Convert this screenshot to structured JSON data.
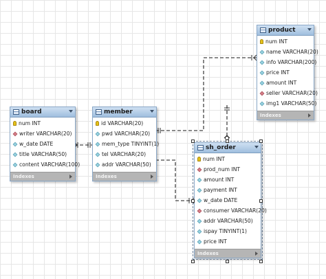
{
  "entities": {
    "board": {
      "title": "board",
      "columns": [
        {
          "text": "num INT",
          "kind": "pk"
        },
        {
          "text": "writer VARCHAR(20)",
          "kind": "fk"
        },
        {
          "text": "w_date DATE",
          "kind": "col"
        },
        {
          "text": "title VARCHAR(50)",
          "kind": "col"
        },
        {
          "text": "content VARCHAR(100)",
          "kind": "col"
        }
      ],
      "footer": "Indexes"
    },
    "member": {
      "title": "member",
      "columns": [
        {
          "text": "id VARCHAR(20)",
          "kind": "pk"
        },
        {
          "text": "pwd VARCHAR(20)",
          "kind": "col"
        },
        {
          "text": "mem_type TINYINT(1)",
          "kind": "col"
        },
        {
          "text": "tel VARCHAR(20)",
          "kind": "col"
        },
        {
          "text": "addr VARCHAR(50)",
          "kind": "col"
        }
      ],
      "footer": "Indexes"
    },
    "product": {
      "title": "product",
      "columns": [
        {
          "text": "num INT",
          "kind": "pk"
        },
        {
          "text": "name VARCHAR(20)",
          "kind": "col"
        },
        {
          "text": "info VARCHAR(200)",
          "kind": "col"
        },
        {
          "text": "price INT",
          "kind": "col"
        },
        {
          "text": "amount INT",
          "kind": "col"
        },
        {
          "text": "seller VARCHAR(20)",
          "kind": "fk"
        },
        {
          "text": "img1 VARCHAR(50)",
          "kind": "col"
        }
      ],
      "footer": "Indexes"
    },
    "sh_order": {
      "title": "sh_order",
      "columns": [
        {
          "text": "num INT",
          "kind": "pk"
        },
        {
          "text": "prod_num INT",
          "kind": "fk"
        },
        {
          "text": "amount INT",
          "kind": "col"
        },
        {
          "text": "payment INT",
          "kind": "col"
        },
        {
          "text": "w_date DATE",
          "kind": "col"
        },
        {
          "text": "consumer VARCHAR(20)",
          "kind": "fk"
        },
        {
          "text": "addr VARCHAR(50)",
          "kind": "col"
        },
        {
          "text": "ispay TINYINT(1)",
          "kind": "col"
        },
        {
          "text": "price INT",
          "kind": "col"
        }
      ],
      "footer": "Indexes"
    }
  },
  "icons": {
    "table": "table-icon",
    "primary_key": "key-icon",
    "foreign_key": "foreign-key-diamond-icon",
    "column": "column-diamond-icon",
    "collapse": "chevron-down-icon",
    "indexes_expand": "chevron-right-icon"
  },
  "colors": {
    "header_top": "#cfe0f2",
    "header_bottom": "#9fbede",
    "footer": "#b5b5b5",
    "primary_key": "#e6c21a",
    "foreign_key": "#d8808a",
    "column": "#9ad4e2",
    "connector": "#444444"
  }
}
